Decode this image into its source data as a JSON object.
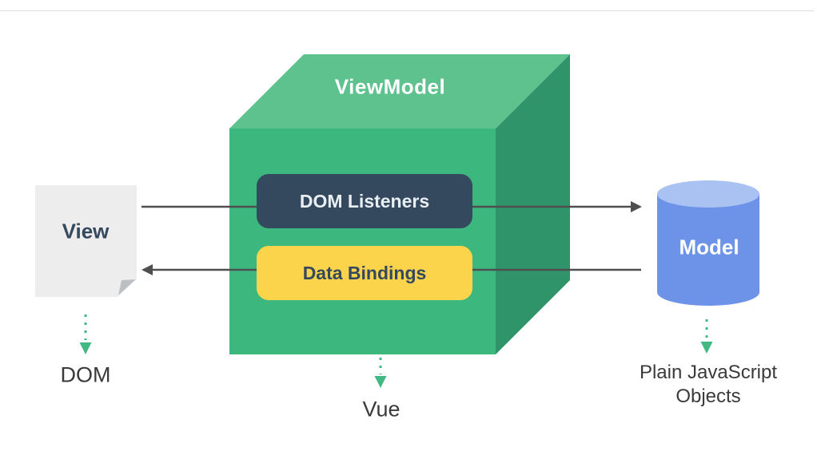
{
  "diagram": {
    "labels": {
      "viewmodel": "ViewModel",
      "view": "View",
      "model": "Model",
      "dom_listeners": "DOM Listeners",
      "data_bindings": "Data Bindings",
      "dom_caption": "DOM",
      "vue_caption": "Vue",
      "plain_js_caption": "Plain JavaScript Objects"
    },
    "colors": {
      "cube_top_green": "#5ec28f",
      "cube_front_green": "#3cb77e",
      "cube_side_green": "#2f946a",
      "navy": "#35495e",
      "yellow": "#fbd44b",
      "model_blue": "#6d93e8",
      "model_blue_light": "#a9c2f2",
      "paper_gray": "#ededed",
      "paper_fold_gray": "#bdc0c3",
      "arrow_gray": "#4f4f4f",
      "vue_green": "#42b883"
    }
  }
}
